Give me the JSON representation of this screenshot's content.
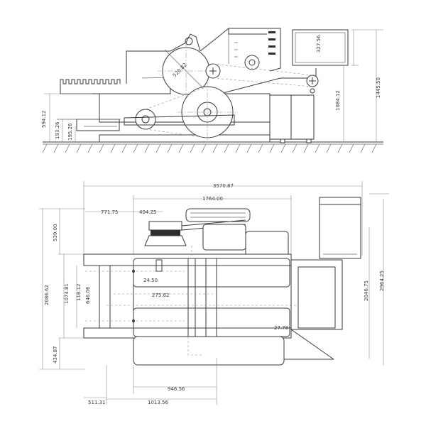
{
  "side_view": {
    "dims": {
      "d_520_82": "520.82",
      "d_327_56": "327.56",
      "d_1445_50": "1445.50",
      "d_1084_12": "1084.12",
      "d_594_12": "594.12",
      "d_193_26": "193.26",
      "d_195_26": "195.26"
    }
  },
  "top_view": {
    "dims": {
      "d_3570_87": "3570.87",
      "d_1764_00": "1764.00",
      "d_771_75": "771.75",
      "d_404_25": "404.25",
      "d_539_00": "539.00",
      "d_2086_62": "2086.62",
      "d_1074_81": "1074.81",
      "d_118_12": "118.12",
      "d_646_06": "646.06",
      "d_24_50": "24.50",
      "d_275_62": "275.62",
      "d_27_78": "27.78",
      "d_2046_75": "2046.75",
      "d_2964_25": "2964.25",
      "d_434_87": "434.87",
      "d_946_56": "946.56",
      "d_511_31": "511.31",
      "d_1013_56": "1013.56"
    }
  }
}
